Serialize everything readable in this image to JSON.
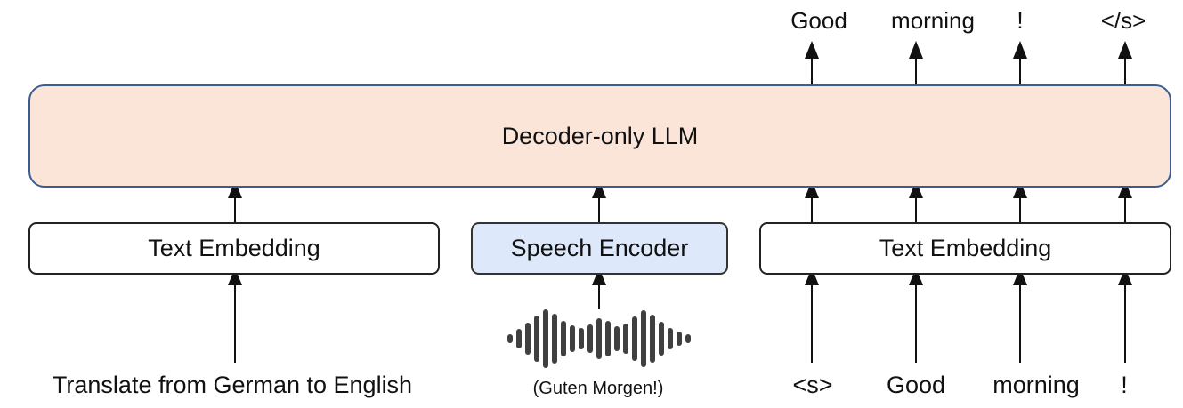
{
  "llm_label": "Decoder-only LLM",
  "left_embedding_label": "Text Embedding",
  "speech_encoder_label": "Speech Encoder",
  "right_embedding_label": "Text Embedding",
  "instruction_text": "Translate from German to English",
  "speech_caption": "(Guten Morgen!)",
  "output_tokens": [
    "Good",
    "morning",
    "!",
    "</s>"
  ],
  "input_tokens": [
    "<s>",
    "Good",
    "morning",
    "!"
  ],
  "colors": {
    "llm_fill": "#fbe5d8",
    "llm_border": "#3b5c92",
    "encoder_fill": "#dde8fb",
    "waveform": "#404040"
  },
  "icons": [
    "waveform-icon"
  ]
}
